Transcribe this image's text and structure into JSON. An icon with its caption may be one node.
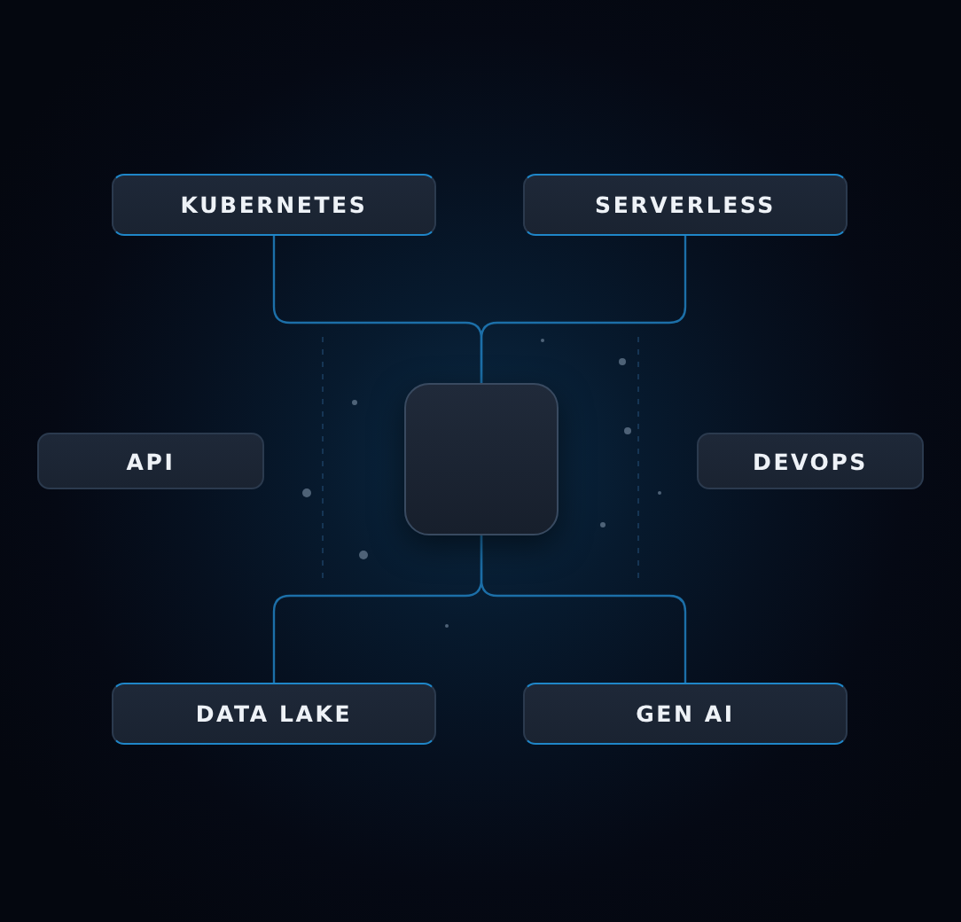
{
  "diagram": {
    "nodes": [
      {
        "text": [
          "KUBERNETES"
        ]
      },
      {
        "text": [
          "SERVERLESS"
        ]
      },
      {
        "text": [
          "API"
        ]
      },
      {
        "text": [],
        "shape": "box"
      },
      {
        "text": [
          "DEVOPS"
        ]
      },
      {
        "text": [
          "DATA LAKE"
        ]
      },
      {
        "text": [
          "GEN AI"
        ]
      }
    ],
    "edges": [
      {
        "from": 0,
        "to": 3,
        "arrow": "none"
      },
      {
        "from": 1,
        "to": 3,
        "arrow": "none"
      },
      {
        "from": 5,
        "to": 3,
        "arrow": "none"
      },
      {
        "from": 6,
        "to": 3,
        "arrow": "none"
      }
    ]
  }
}
